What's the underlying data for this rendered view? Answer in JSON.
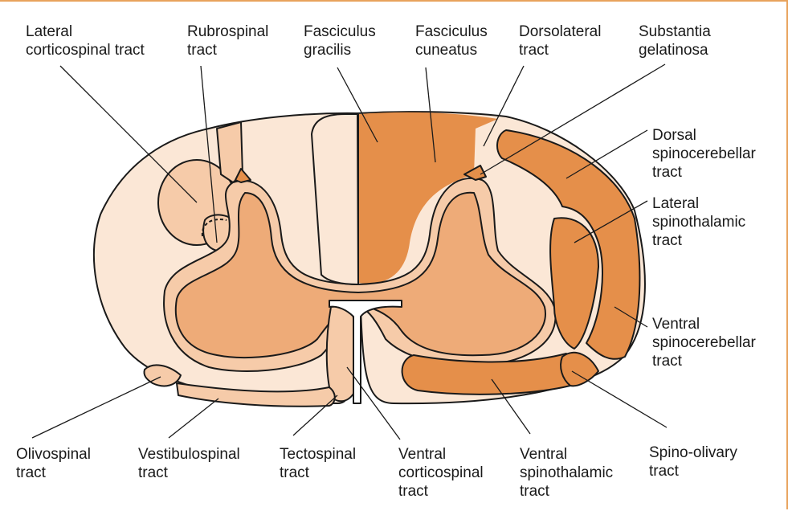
{
  "colors": {
    "white_matter": "#fbe7d6",
    "grey_matter": "#eeab78",
    "tract_light": "#f6cba9",
    "tract_dark": "#e58f4a",
    "outline": "#1a1a1a",
    "border": "#e8a35c"
  },
  "labels": {
    "lateral_corticospinal": [
      "Lateral",
      "corticospinal tract"
    ],
    "rubrospinal": [
      "Rubrospinal",
      "tract"
    ],
    "fasciculus_gracilis": [
      "Fasciculus",
      "gracilis"
    ],
    "fasciculus_cuneatus": [
      "Fasciculus",
      "cuneatus"
    ],
    "dorsolateral": [
      "Dorsolateral",
      "tract"
    ],
    "substantia_gelatinosa": [
      "Substantia",
      "gelatinosa"
    ],
    "dorsal_spinocerebellar": [
      "Dorsal",
      "spinocerebellar",
      "tract"
    ],
    "lateral_spinothalamic": [
      "Lateral",
      "spinothalamic",
      "tract"
    ],
    "ventral_spinocerebellar": [
      "Ventral",
      "spinocerebellar",
      "tract"
    ],
    "spino_olivary": [
      "Spino-olivary",
      "tract"
    ],
    "ventral_spinothalamic": [
      "Ventral",
      "spinothalamic",
      "tract"
    ],
    "ventral_corticospinal": [
      "Ventral",
      "corticospinal",
      "tract"
    ],
    "tectospinal": [
      "Tectospinal",
      "tract"
    ],
    "vestibulospinal": [
      "Vestibulospinal",
      "tract"
    ],
    "olivospinal": [
      "Olivospinal",
      "tract"
    ]
  }
}
